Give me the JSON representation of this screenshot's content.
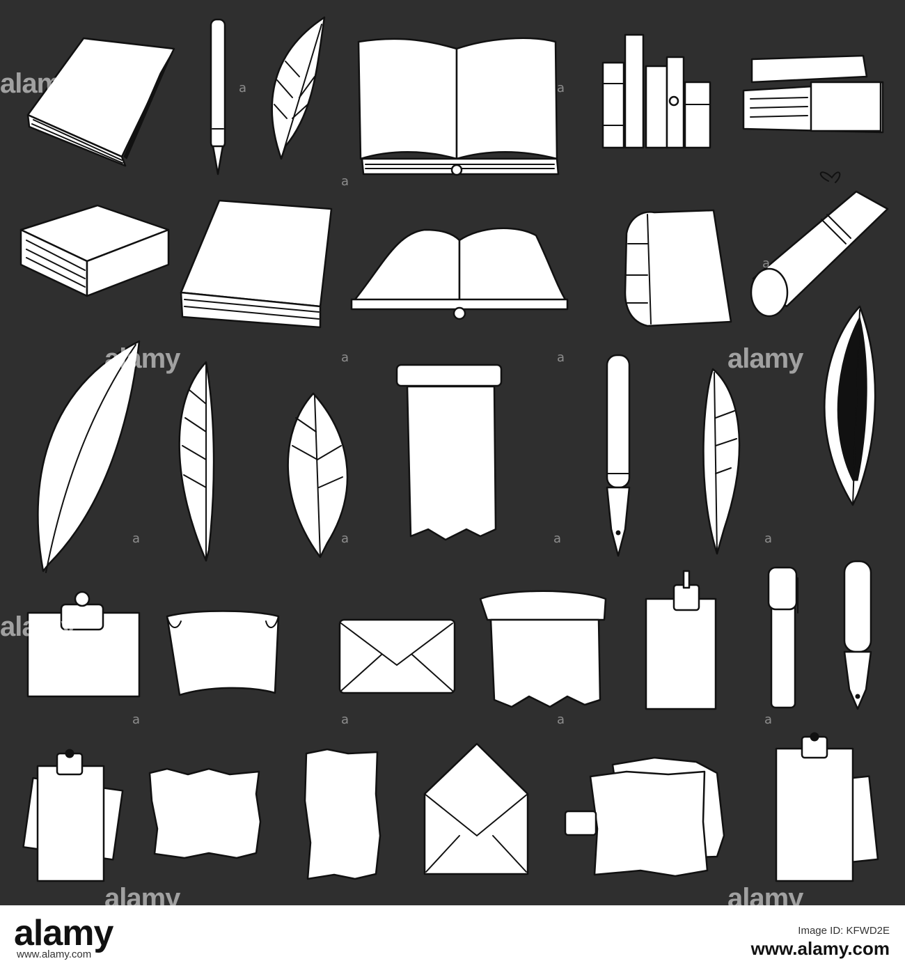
{
  "watermark": {
    "text": "alamy",
    "small": "a"
  },
  "footer": {
    "logo": "alamy",
    "sub": "www.alamy.com",
    "id_label": "Image ID: KFWD2E",
    "id_value": "www.alamy.com"
  },
  "colors": {
    "background": "#2f2f2f",
    "ink": "#ffffff",
    "outline": "#111111",
    "footer": "#ffffff"
  },
  "icons": [
    "closed-book-icon",
    "pen-icon",
    "feather-icon",
    "open-book-icon",
    "book-row-icon",
    "book-stack-icon",
    "closed-book-icon",
    "thick-book-icon",
    "open-book-icon",
    "standing-book-icon",
    "rolled-scroll-icon",
    "feather-icon",
    "feather-icon",
    "feather-icon",
    "hanging-scroll-icon",
    "fountain-pen-icon",
    "feather-icon",
    "feather-icon",
    "clipped-note-icon",
    "scroll-icon",
    "envelope-icon",
    "scroll-icon",
    "clipped-parchment-icon",
    "pen-icon",
    "fountain-pen-icon",
    "clipboard-notes-icon",
    "parchment-icon",
    "parchment-icon",
    "open-envelope-icon",
    "parchment-stack-icon",
    "clipboard-notes-icon"
  ]
}
